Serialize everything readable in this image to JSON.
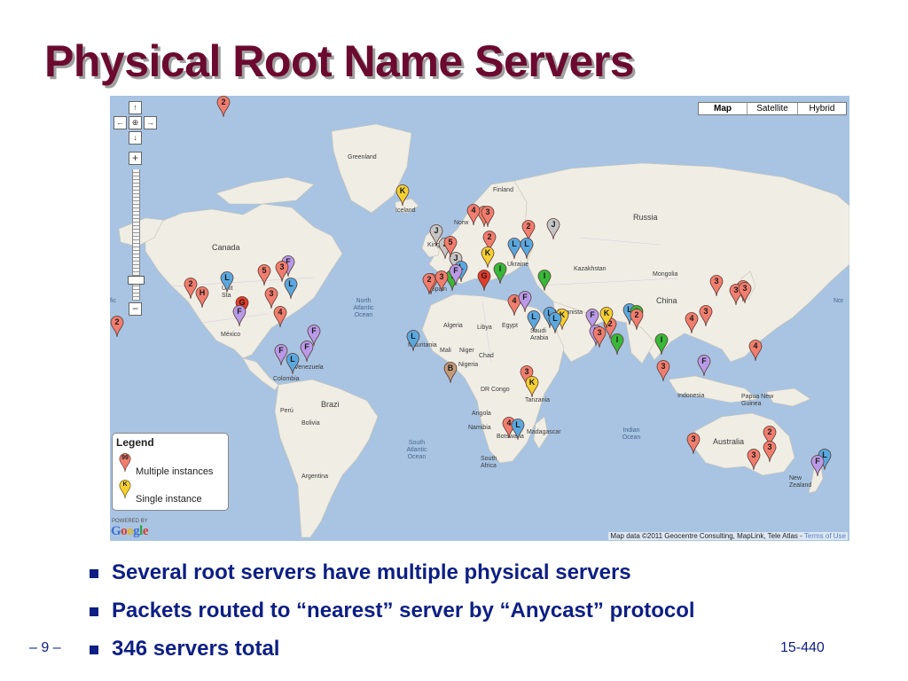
{
  "slide": {
    "title": "Physical Root Name Servers",
    "bullets": [
      "Several root servers have multiple physical servers",
      "Packets routed to “nearest” server by “Anycast” protocol",
      "346 servers total"
    ],
    "page_number": "– 9 –",
    "course_number": "15-440"
  },
  "map": {
    "map_types": [
      {
        "label": "Map",
        "active": true
      },
      {
        "label": "Satellite",
        "active": false
      },
      {
        "label": "Hybrid",
        "active": false
      }
    ],
    "controls": {
      "pan_up": "↑",
      "pan_left": "←",
      "pan_center": "⊕",
      "pan_right": "→",
      "pan_down": "↓",
      "zoom_in": "+",
      "zoom_out": "−"
    },
    "place_labels": {
      "greenland": "Greenland",
      "iceland": "Iceland",
      "finland": "Finland",
      "norway": "Norw",
      "united_kingdom": "Kingd",
      "russia": "Russia",
      "canada": "Canada",
      "united_states": "Unit Sta",
      "mexico": "México",
      "venezuela": "Venezuela",
      "colombia": "Colombia",
      "brazil": "Brazi",
      "peru": "Perú",
      "bolivia": "Bolivia",
      "argentina": "Argentina",
      "spain": "Spain",
      "algeria": "Algeria",
      "libya": "Libya",
      "egypt": "Egypt",
      "mauritania": "Mauritania",
      "mali": "Mali",
      "niger": "Niger",
      "chad": "Chad",
      "nigeria": "Nigeria",
      "dr_congo": "DR Congo",
      "angola": "Angola",
      "tanzania": "Tanzania",
      "namibia": "Namibia",
      "botswana": "Botswana",
      "madagascar": "Madagascar",
      "south_africa": "South Africa",
      "saudi_arabia": "Saudi Arabia",
      "afghanistan": "Afghanista",
      "kazakhstan": "Kazakhstan",
      "ukraine": "Ukraine",
      "mongolia": "Mongolia",
      "china": "China",
      "indonesia": "Indonesia",
      "papua_new_guinea": "Papua New Guinea",
      "australia": "Australia",
      "new_zealand": "New Zealand",
      "north_atlantic": "North Atlantic Ocean",
      "south_atlantic": "South Atlantic Ocean",
      "indian_ocean": "Indian Ocean",
      "pacific_left": "fic",
      "pacific_right": "Nor"
    },
    "legend": {
      "title": "Legend",
      "multiple_label": "Multiple instances",
      "multiple_marker": "99",
      "single_label": "Single instance",
      "single_marker": "K"
    },
    "powered_by": "POWERED BY",
    "google": [
      "G",
      "o",
      "o",
      "g",
      "l",
      "e"
    ],
    "attribution": "Map data ©2011 Geocentre Consulting, MapLink, Tele Atlas -",
    "terms_link": "Terms of Use",
    "colors": {
      "multiple": "#f07d6e",
      "single": "#f5d030",
      "gray": "#c5c5c5",
      "blue": "#5aa8e0",
      "purple": "#b99ae8",
      "green": "#38b838",
      "red": "#e23b2a",
      "brown": "#c19a7a",
      "land": "#f0ede5",
      "ocean": "#a8c4e2",
      "title": "#6b0a2e",
      "text": "#0d1f84"
    },
    "markers": [
      {
        "label": "K",
        "color": "single"
      },
      {
        "label": "J",
        "color": "gray"
      },
      {
        "label": "J",
        "color": "gray"
      },
      {
        "label": "2",
        "color": "multiple"
      },
      {
        "label": "H",
        "color": "multiple"
      },
      {
        "label": "L",
        "color": "blue"
      },
      {
        "label": "3",
        "color": "multiple"
      },
      {
        "label": "5",
        "color": "multiple"
      },
      {
        "label": "F",
        "color": "purple"
      },
      {
        "label": "3",
        "color": "multiple"
      },
      {
        "label": "G",
        "color": "red"
      },
      {
        "label": "L",
        "color": "blue"
      },
      {
        "label": "4",
        "color": "multiple"
      },
      {
        "label": "F",
        "color": "purple"
      },
      {
        "label": "2",
        "color": "multiple"
      },
      {
        "label": "F",
        "color": "purple"
      },
      {
        "label": "L",
        "color": "blue"
      },
      {
        "label": "F",
        "color": "purple"
      },
      {
        "label": "F",
        "color": "purple"
      },
      {
        "label": "J",
        "color": "gray"
      },
      {
        "label": "3",
        "color": "multiple"
      },
      {
        "label": "2",
        "color": "multiple"
      },
      {
        "label": "3",
        "color": "multiple"
      },
      {
        "label": "I",
        "color": "green"
      },
      {
        "label": "4",
        "color": "multiple"
      },
      {
        "label": "3",
        "color": "multiple"
      },
      {
        "label": "2",
        "color": "multiple"
      },
      {
        "label": "J",
        "color": "gray"
      },
      {
        "label": "L",
        "color": "blue"
      },
      {
        "label": "5",
        "color": "multiple"
      },
      {
        "label": "2",
        "color": "multiple"
      },
      {
        "label": "3",
        "color": "multiple"
      },
      {
        "label": "F",
        "color": "purple"
      },
      {
        "label": "G",
        "color": "red"
      },
      {
        "label": "K",
        "color": "single"
      },
      {
        "label": "I",
        "color": "green"
      },
      {
        "label": "L",
        "color": "blue"
      },
      {
        "label": "L",
        "color": "blue"
      },
      {
        "label": "I",
        "color": "green"
      },
      {
        "label": "4",
        "color": "multiple"
      },
      {
        "label": "F",
        "color": "purple"
      },
      {
        "label": "L",
        "color": "blue"
      },
      {
        "label": "K",
        "color": "single"
      },
      {
        "label": "L",
        "color": "blue"
      },
      {
        "label": "L",
        "color": "blue"
      },
      {
        "label": "F",
        "color": "purple"
      },
      {
        "label": "2",
        "color": "multiple"
      },
      {
        "label": "F",
        "color": "purple"
      },
      {
        "label": "3",
        "color": "multiple"
      },
      {
        "label": "I",
        "color": "green"
      },
      {
        "label": "L",
        "color": "blue"
      },
      {
        "label": "B",
        "color": "brown"
      },
      {
        "label": "3",
        "color": "multiple"
      },
      {
        "label": "K",
        "color": "single"
      },
      {
        "label": "4",
        "color": "multiple"
      },
      {
        "label": "L",
        "color": "blue"
      },
      {
        "label": "K",
        "color": "single"
      },
      {
        "label": "L",
        "color": "blue"
      },
      {
        "label": "I",
        "color": "green"
      },
      {
        "label": "2",
        "color": "multiple"
      },
      {
        "label": "3",
        "color": "multiple"
      },
      {
        "label": "I",
        "color": "green"
      },
      {
        "label": "4",
        "color": "multiple"
      },
      {
        "label": "3",
        "color": "multiple"
      },
      {
        "label": "3",
        "color": "multiple"
      },
      {
        "label": "2",
        "color": "multiple"
      },
      {
        "label": "3",
        "color": "multiple"
      },
      {
        "label": "3",
        "color": "multiple"
      },
      {
        "label": "F",
        "color": "purple"
      },
      {
        "label": "4",
        "color": "multiple"
      },
      {
        "label": "3",
        "color": "multiple"
      },
      {
        "label": "2",
        "color": "multiple"
      },
      {
        "label": "3",
        "color": "multiple"
      },
      {
        "label": "3",
        "color": "multiple"
      },
      {
        "label": "L",
        "color": "blue"
      },
      {
        "label": "F",
        "color": "purple"
      },
      {
        "label": "2",
        "color": "multiple"
      },
      {
        "label": "2",
        "color": "multiple"
      }
    ]
  }
}
